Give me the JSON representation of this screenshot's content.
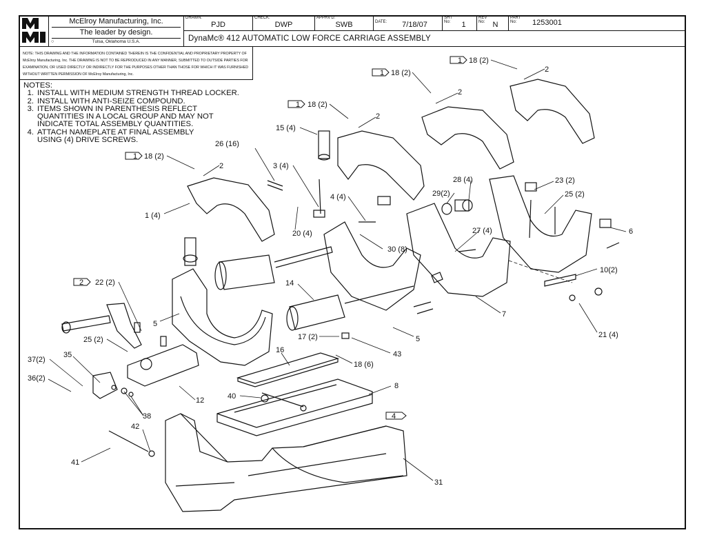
{
  "title_block": {
    "company_name": "McElroy Manufacturing, Inc.",
    "slogan": "The leader by design.",
    "location": "Tulsa, Oklahoma U.S.A.",
    "logo_text": "MMI",
    "drawn_label": "DRAWN:",
    "drawn_value": "PJD",
    "check_label": "CHECK:",
    "check_value": "DWP",
    "apprvd_label": "APPRV'D:",
    "apprvd_value": "SWB",
    "date_label": "DATE:",
    "date_value": "7/18/07",
    "sht_label": "SHT No:",
    "sht_value": "1",
    "rev_label": "REV No:",
    "rev_value": "N",
    "part_label": "PART No:",
    "part_value": "1253001",
    "drawing_title": "DynaMc® 412 AUTOMATIC LOW FORCE CARRIAGE ASSEMBLY"
  },
  "proprietary_note": "NOTE: THIS DRAWING AND THE INFORMATION CONTAINED THEREIN IS THE CONFIDENTIAL AND PROPRIETARY PROPERTY OF McElroy Manufacturing, Inc. THE DRAWING IS NOT TO BE REPRODUCED IN ANY MANNER, SUBMITTED TO OUTSIDE PARTIES FOR EXAMINATION, OR USED DIRECTLY OR INDIRECTLY FOR THE PURPOSES OTHER THAN THOSE FOR WHICH IT WAS FURNISHED WITHOUT WRITTEN PERMISSION OF McElroy Manufacturing, Inc.",
  "notes": {
    "heading": "NOTES:",
    "items": [
      {
        "num": "1.",
        "text": "INSTALL WITH MEDIUM STRENGTH THREAD LOCKER."
      },
      {
        "num": "2.",
        "text": "INSTALL WITH ANTI-SEIZE COMPOUND."
      },
      {
        "num": "3.",
        "text": "ITEMS SHOWN IN PARENTHESIS REFLECT QUANTITIES IN A LOCAL GROUP AND MAY NOT INDICATE TOTAL ASSEMBLY QUANTITIES."
      },
      {
        "num": "4.",
        "text": "ATTACH NAMEPLATE AT FINAL ASSEMBLY USING (4) DRIVE SCREWS."
      }
    ]
  },
  "callouts": [
    {
      "text": "18 (2)",
      "flag": "1"
    },
    {
      "text": "2"
    },
    {
      "text": "18 (2)",
      "flag": "1"
    },
    {
      "text": "2"
    },
    {
      "text": "18 (2)",
      "flag": "1"
    },
    {
      "text": "2"
    },
    {
      "text": "18 (2)",
      "flag": "1"
    },
    {
      "text": "2"
    },
    {
      "text": "15 (4)"
    },
    {
      "text": "26 (16)"
    },
    {
      "text": "3 (4)"
    },
    {
      "text": "4 (4)"
    },
    {
      "text": "28 (4)"
    },
    {
      "text": "29(2)"
    },
    {
      "text": "23 (2)"
    },
    {
      "text": "25 (2)"
    },
    {
      "text": "1 (4)"
    },
    {
      "text": "20 (4)"
    },
    {
      "text": "27 (4)"
    },
    {
      "text": "6"
    },
    {
      "text": "30 (8)"
    },
    {
      "text": "10(2)"
    },
    {
      "text": "22 (2)",
      "flag": "2"
    },
    {
      "text": "14"
    },
    {
      "text": "5"
    },
    {
      "text": "7"
    },
    {
      "text": "21 (4)"
    },
    {
      "text": "25 (2)"
    },
    {
      "text": "17 (2)"
    },
    {
      "text": "5"
    },
    {
      "text": "43"
    },
    {
      "text": "35"
    },
    {
      "text": "37(2)"
    },
    {
      "text": "16"
    },
    {
      "text": "18 (6)"
    },
    {
      "text": "36(2)"
    },
    {
      "text": "12"
    },
    {
      "text": "8"
    },
    {
      "text": "40"
    },
    {
      "text": "38"
    },
    {
      "text": "4",
      "flag_only": true
    },
    {
      "text": "42"
    },
    {
      "text": "41"
    },
    {
      "text": "31"
    }
  ]
}
